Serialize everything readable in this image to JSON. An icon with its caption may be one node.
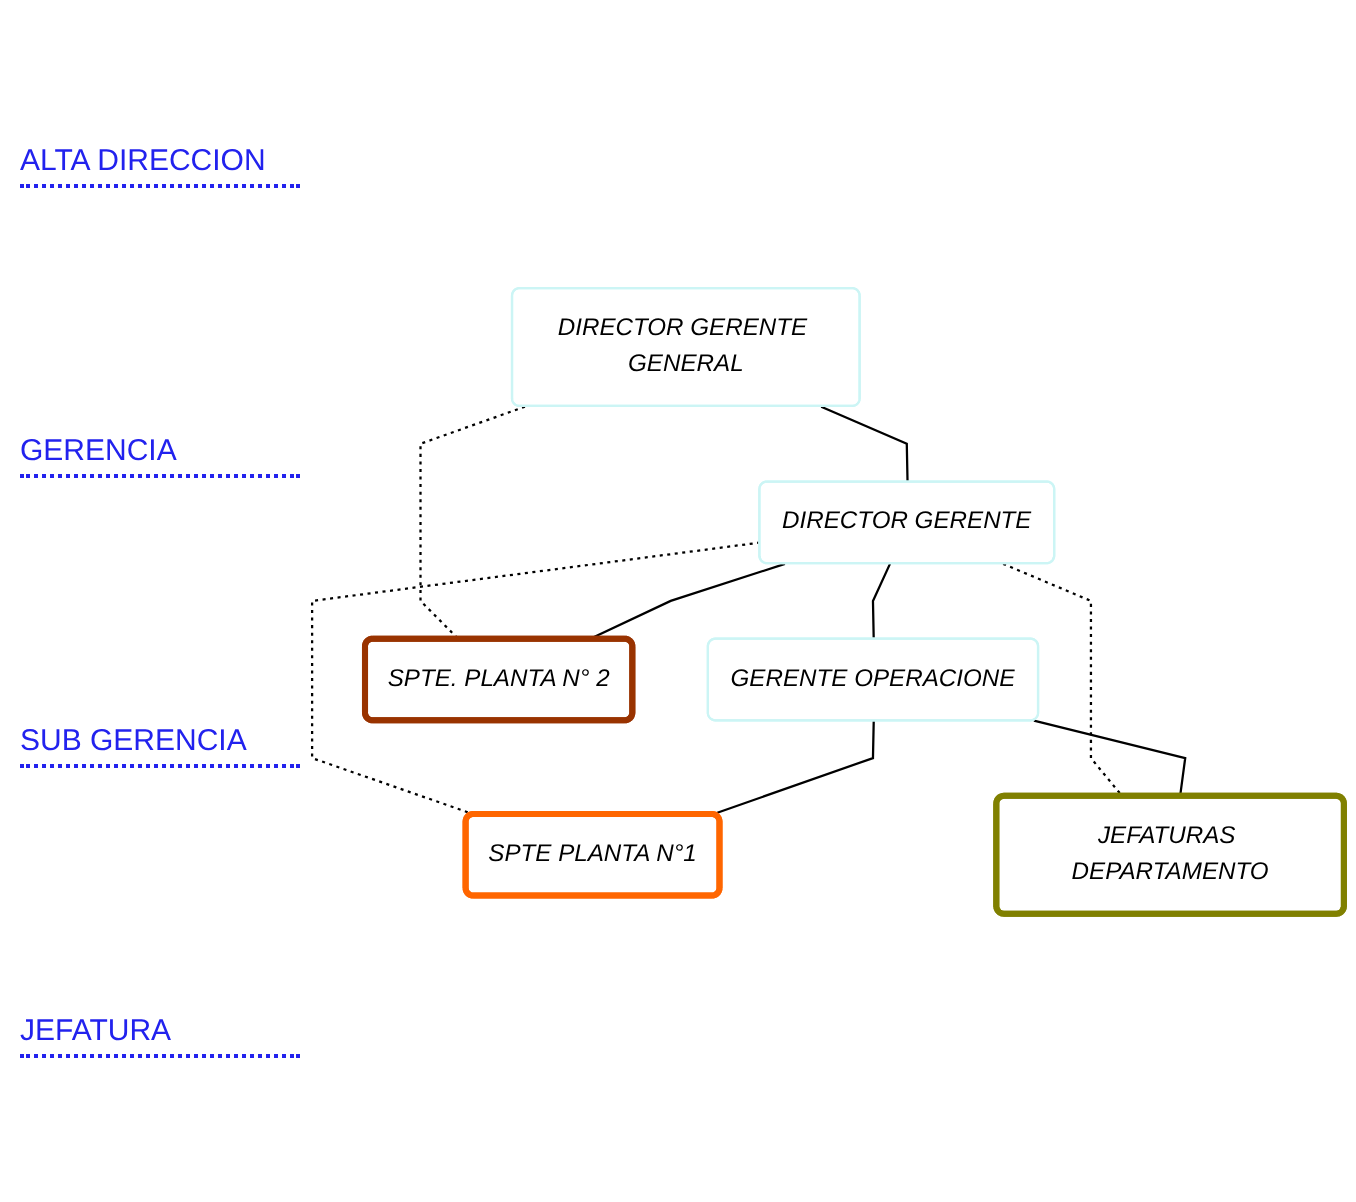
{
  "diagram": {
    "nodes": [
      {
        "text": [
          "DIRECTOR GERENTE GENERAL"
        ]
      },
      {
        "text": [
          "DIRECTOR GERENTE"
        ]
      },
      {
        "text": [
          "GERENTE OPERACIONE"
        ]
      },
      {
        "text": [
          "SPTE PLANTA N°1"
        ]
      },
      {
        "text": [
          "SPTE. PLANTA N° 2"
        ]
      },
      {
        "text": [
          "JEFATURAS DEPARTAMENTO"
        ]
      }
    ],
    "edges": [
      {
        "from": 0,
        "to": 1,
        "arrow": "none"
      },
      {
        "from": 0,
        "to": 4,
        "arrow": "none",
        "style": "dashed"
      },
      {
        "from": 1,
        "to": 2,
        "arrow": "none"
      },
      {
        "from": 1,
        "to": 4,
        "arrow": "none"
      },
      {
        "from": 1,
        "to": 3,
        "arrow": "none",
        "style": "dashed"
      },
      {
        "from": 1,
        "to": 5,
        "arrow": "none",
        "style": "dashed"
      },
      {
        "from": 2,
        "to": 3,
        "arrow": "none"
      },
      {
        "from": 2,
        "to": 5,
        "arrow": "none"
      }
    ],
    "labels": [
      "ALTA DIRECCION",
      "GERENCIA",
      "SUB GERENCIA",
      "JEFATURA"
    ]
  }
}
